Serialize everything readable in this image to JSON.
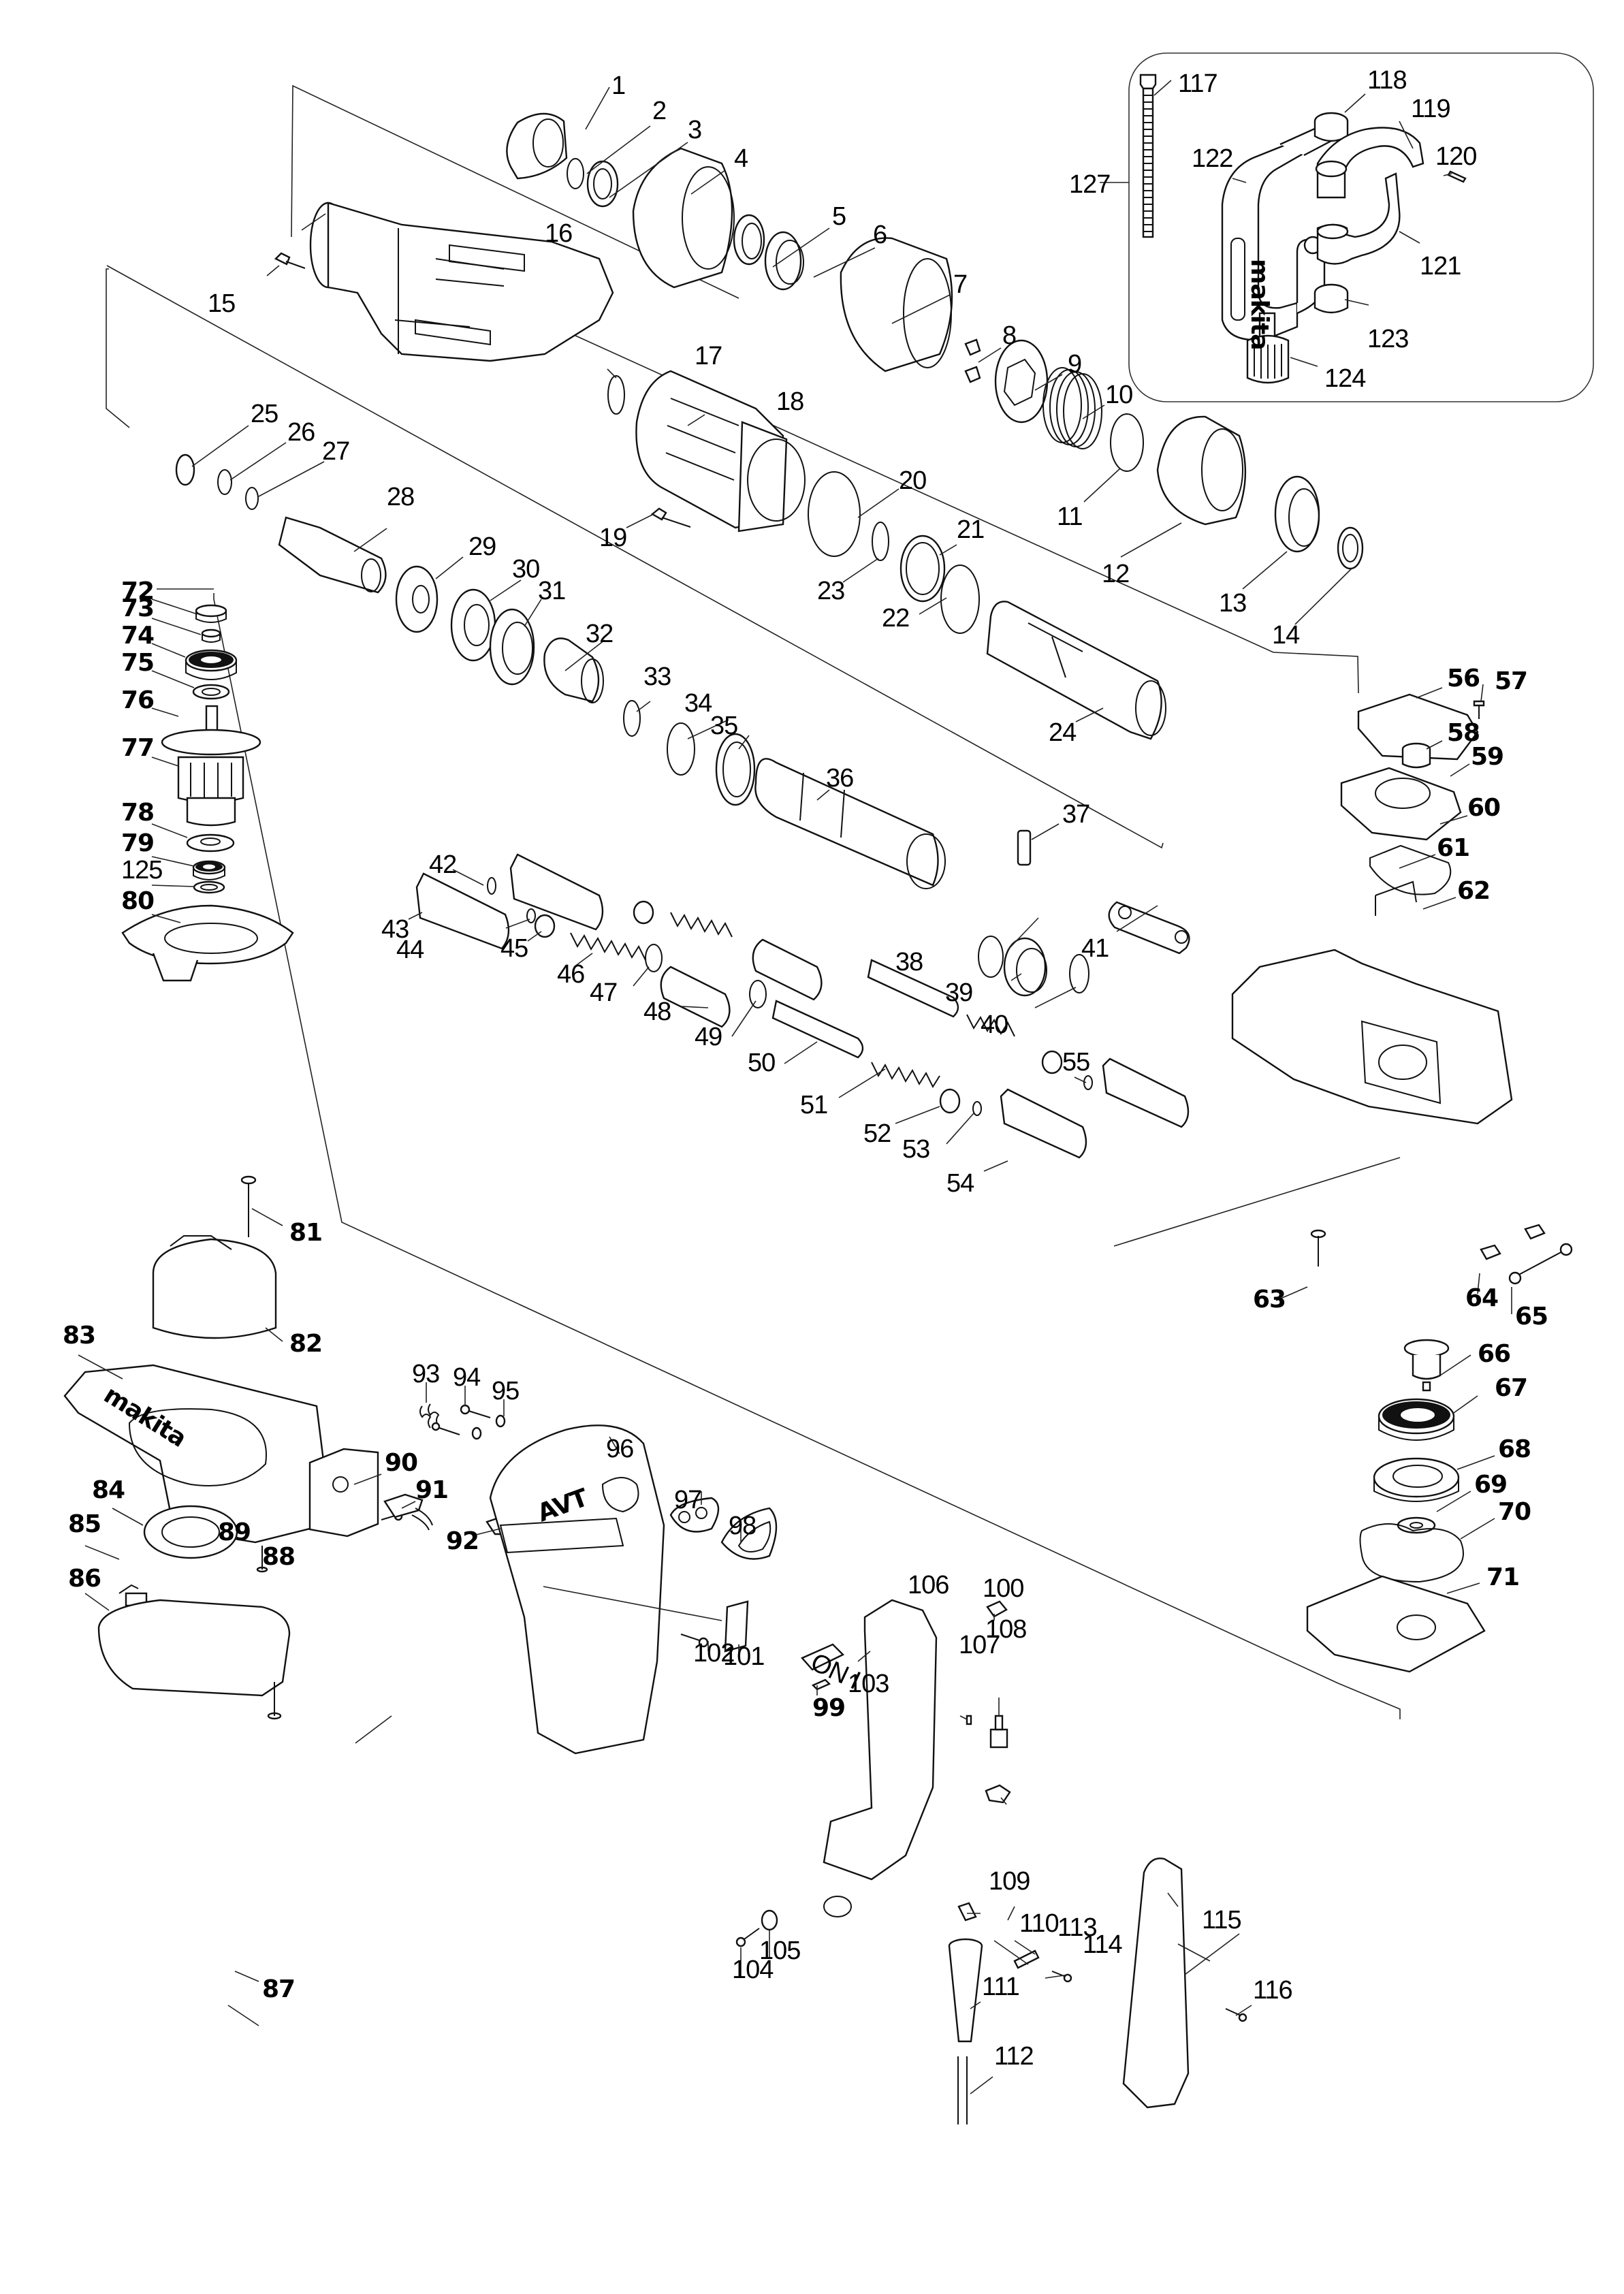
{
  "diagram": {
    "title": "Exploded parts diagram — demolition hammer",
    "brand_marks": {
      "housing_logo": "makita",
      "handle_logo": "makita",
      "motor_cover_badge": "AVT",
      "switch_text": "ON I"
    },
    "colors": {
      "line": "#111111",
      "background": "#ffffff"
    },
    "inset_group": {
      "label": "127",
      "parts": [
        "117",
        "118",
        "119",
        "120",
        "121",
        "122",
        "123",
        "124"
      ]
    },
    "parts": [
      "1",
      "2",
      "3",
      "4",
      "5",
      "6",
      "7",
      "8",
      "9",
      "10",
      "11",
      "12",
      "13",
      "14",
      "15",
      "16",
      "17",
      "18",
      "19",
      "20",
      "21",
      "22",
      "23",
      "24",
      "25",
      "26",
      "27",
      "28",
      "29",
      "30",
      "31",
      "32",
      "33",
      "34",
      "35",
      "36",
      "37",
      "38",
      "39",
      "40",
      "41",
      "42",
      "43",
      "44",
      "45",
      "46",
      "47",
      "48",
      "49",
      "50",
      "51",
      "52",
      "53",
      "54",
      "55",
      "56",
      "57",
      "58",
      "59",
      "60",
      "61",
      "62",
      "63",
      "64",
      "65",
      "66",
      "67",
      "68",
      "69",
      "70",
      "71",
      "72",
      "73",
      "74",
      "75",
      "76",
      "77",
      "78",
      "79",
      "80",
      "81",
      "82",
      "83",
      "84",
      "85",
      "86",
      "87",
      "88",
      "89",
      "90",
      "91",
      "92",
      "93",
      "94",
      "95",
      "96",
      "97",
      "98",
      "99",
      "100",
      "101",
      "102",
      "103",
      "104",
      "105",
      "106",
      "107",
      "108",
      "109",
      "110",
      "111",
      "112",
      "113",
      "114",
      "115",
      "116",
      "117",
      "118",
      "119",
      "120",
      "121",
      "122",
      "123",
      "124",
      "125",
      "127"
    ]
  }
}
